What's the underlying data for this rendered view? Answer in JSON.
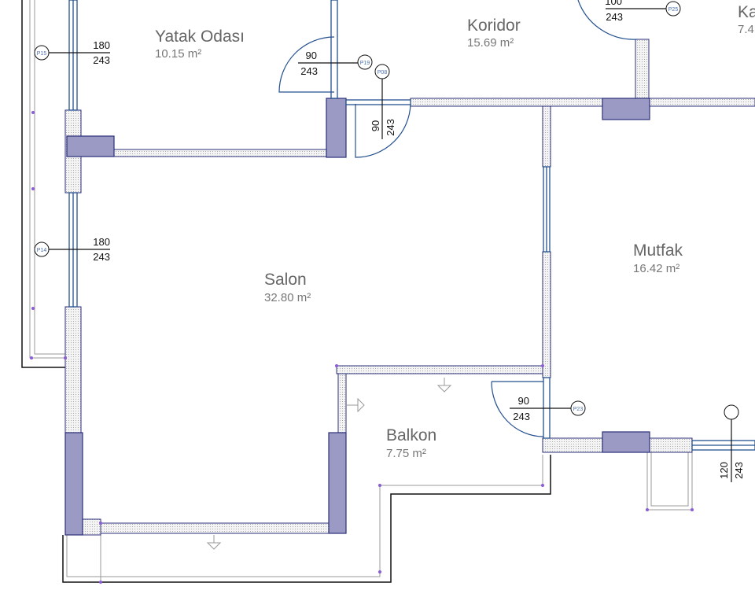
{
  "rooms": [
    {
      "name": "Yatak Odası",
      "area": "10.15 m²"
    },
    {
      "name": "Koridor",
      "area": "15.69 m²"
    },
    {
      "name": "Salon",
      "area": "32.80 m²"
    },
    {
      "name": "Mutfak",
      "area": "16.42 m²"
    },
    {
      "name": "Balkon",
      "area": "7.75 m²"
    },
    {
      "name": "Ka",
      "area": "7.4"
    }
  ],
  "openings": [
    {
      "tag": "P15",
      "width": "180",
      "height": "243"
    },
    {
      "tag": "P14",
      "width": "180",
      "height": "243"
    },
    {
      "tag": "P19",
      "width": "90",
      "height": "243"
    },
    {
      "tag": "P08",
      "width": "90",
      "height": "243"
    },
    {
      "tag": "P25",
      "width": "100",
      "height": "243"
    },
    {
      "tag": "P23",
      "width": "90",
      "height": "243"
    },
    {
      "tag": "",
      "width": "120",
      "height": "243"
    }
  ],
  "colors": {
    "wall_outline": "#2b2f7a",
    "column_fill": "#9a9ac4",
    "door_window": "#24508f",
    "room_text": "#666666"
  }
}
